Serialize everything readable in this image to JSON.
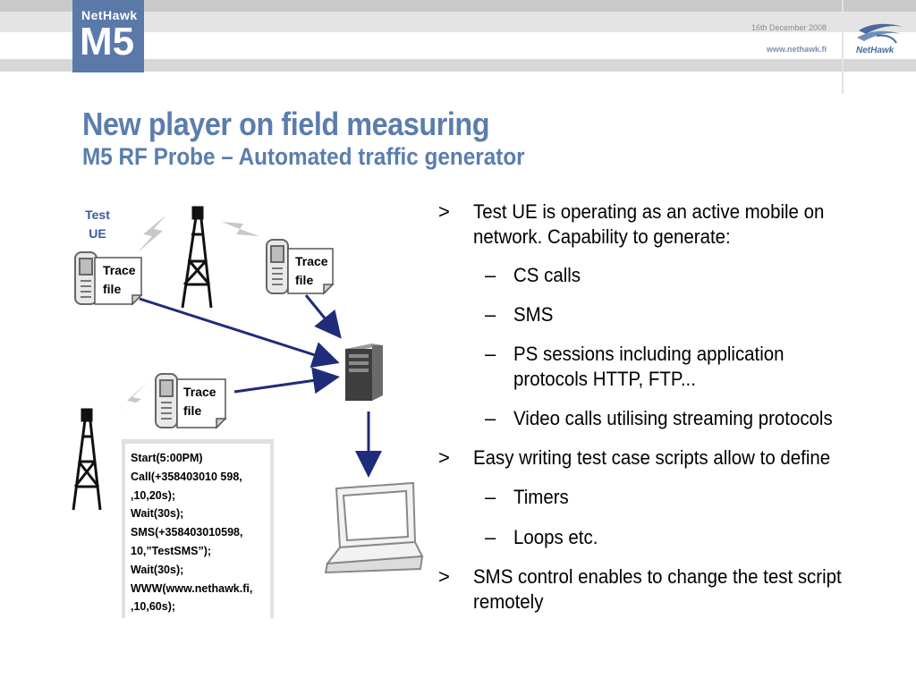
{
  "header": {
    "logo_brand": "NetHawk",
    "logo_model": "M5",
    "date": "16th December 2008",
    "url": "www.nethawk.fi",
    "brand_name": "NetHawk"
  },
  "title": "New player on field measuring",
  "subtitle": "M5 RF Probe – Automated traffic generator",
  "diagram": {
    "test_ue_label_1": "Test",
    "test_ue_label_2": "UE",
    "trace_file_1a": "Trace",
    "trace_file_1b": "file",
    "trace_file_2a": "Trace",
    "trace_file_2b": "file",
    "trace_file_3a": "Trace",
    "trace_file_3b": "file",
    "script_lines": "Start(5:00PM)\nCall(+358403010 598,\n,10,20s);\nWait(30s);\nSMS(+358403010598,\n10,”TestSMS”);\nWait(30s);\nWWW(www.nethawk.fi,\n,10,60s);"
  },
  "bullets": {
    "b1_l1": "Test UE is operating as an active mobile on",
    "b1_l2": "network. Capability to generate:",
    "s1": "CS calls",
    "s2": "SMS",
    "s3_l1": "PS sessions including application",
    "s3_l2": "protocols  HTTP,  FTP...",
    "s4": "Video calls utilising streaming protocols",
    "b2": "Easy writing test case scripts allow to define",
    "s5": "Timers",
    "s6": "Loops etc.",
    "b3_l1": "SMS control enables to change the test script",
    "b3_l2": "remotely",
    "marker": ">",
    "dash": "–"
  },
  "colors": {
    "accent": "#5b7dae",
    "arrow": "#1f2c7a"
  }
}
